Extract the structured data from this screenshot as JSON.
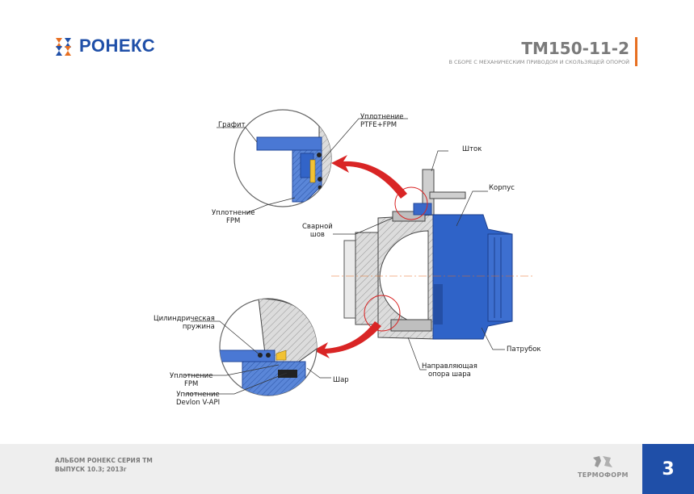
{
  "header": {
    "brand": "РОНЕКС",
    "doc_id": "ТМ150-11-2",
    "subtitle": "В СБОРЕ С МЕХАНИЧЕСКИМ ПРИВОДОМ И СКОЛЬЗЯЩЕЙ ОПОРОЙ"
  },
  "labels": {
    "graphite": "Графит",
    "seal_ptfe_1": "Уплотнение",
    "seal_ptfe_2": "PTFE+FPM",
    "stem": "Шток",
    "body": "Корпус",
    "seal_fpm_top_1": "Уплотнение",
    "seal_fpm_top_2": "FPM",
    "weld_1": "Сварной",
    "weld_2": "шов",
    "spring_1": "Цилиндрическая",
    "spring_2": "пружина",
    "seal_fpm_bottom_1": "Уплотнение",
    "seal_fpm_bottom_2": "FPM",
    "seal_devlon_1": "Уплотнение",
    "seal_devlon_2": "Devlon V-API",
    "ball": "Шар",
    "guide_1": "Направляющая",
    "guide_2": "опора шара",
    "pipe": "Патрубок"
  },
  "footer": {
    "line1": "АЛЬБОМ РОНЕКС СЕРИЯ ТМ",
    "line2": "ВЫПУСК 10.3; 2013г",
    "brand": "ТЕРМОФОРМ",
    "page": "3"
  },
  "colors": {
    "brand_blue": "#1f4fa8",
    "accent_orange": "#e76f21",
    "arrow_red": "#d92525",
    "body_blue": "#2f63c8",
    "hatch_gray": "#c8c8c8"
  }
}
